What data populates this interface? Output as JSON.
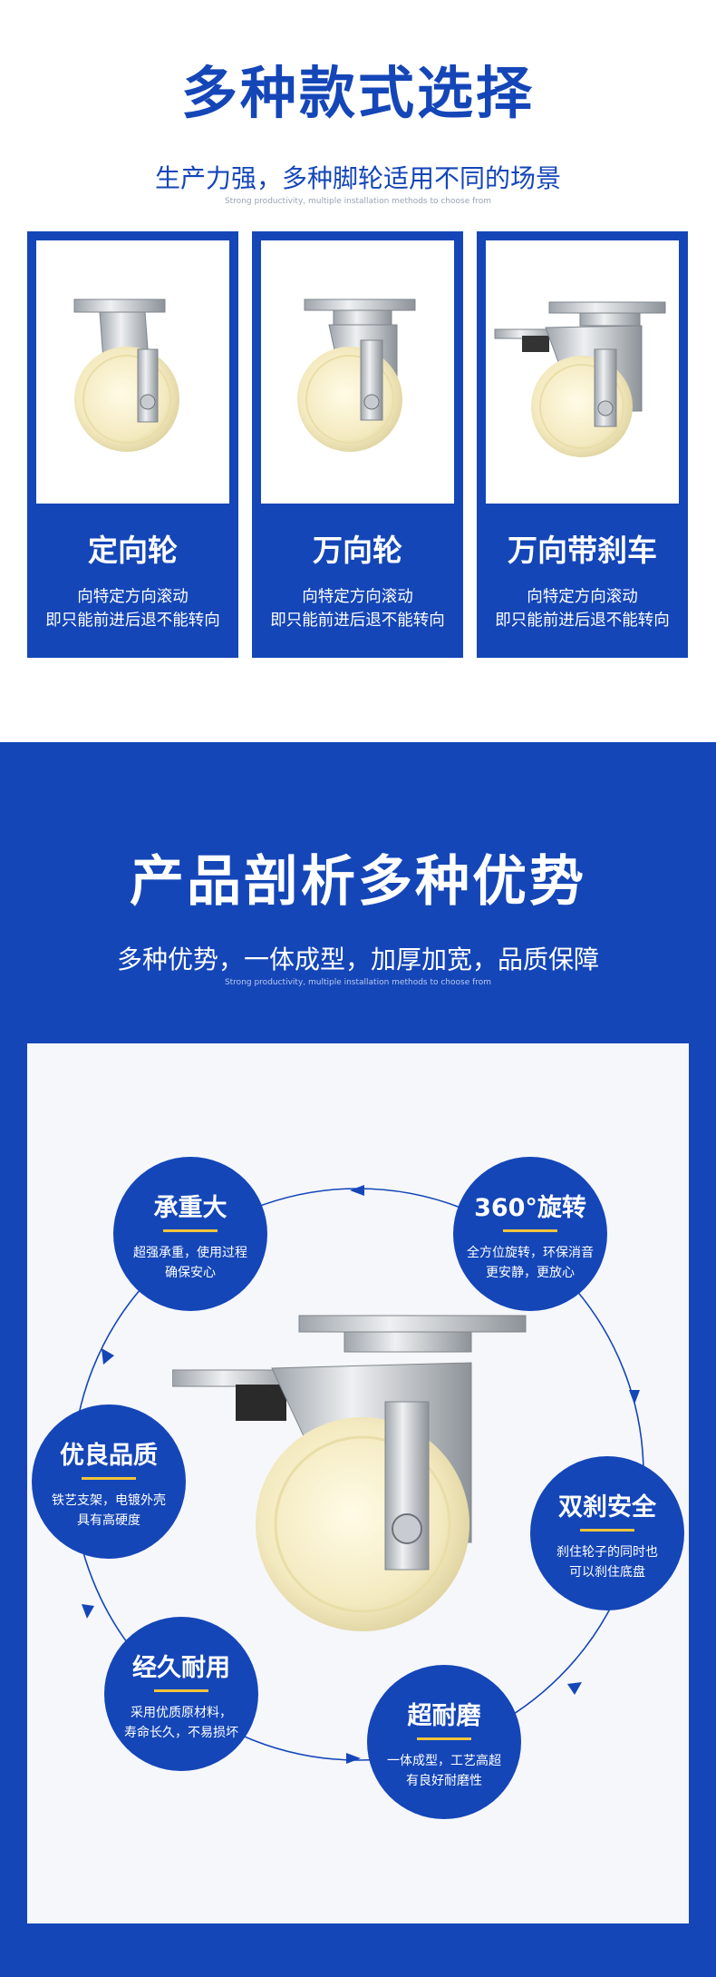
{
  "section1": {
    "title": "多种款式选择",
    "subtitle": "生产力强，多种脚轮适用不同的场景",
    "tagline": "Strong productivity, multiple installation methods to choose from",
    "cards": [
      {
        "title": "定向轮",
        "line1": "向特定方向滚动",
        "line2": "即只能前进后退不能转向"
      },
      {
        "title": "万向轮",
        "line1": "向特定方向滚动",
        "line2": "即只能前进后退不能转向"
      },
      {
        "title": "万向带刹车",
        "line1": "向特定方向滚动",
        "line2": "即只能前进后退不能转向"
      }
    ]
  },
  "section2": {
    "title": "产品剖析多种优势",
    "subtitle": "多种优势，一体成型，加厚加宽，品质保障",
    "tagline": "Strong productivity, multiple installation methods to choose from",
    "features": [
      {
        "title": "承重大",
        "line1": "超强承重，使用过程",
        "line2": "确保安心"
      },
      {
        "title": "360°旋转",
        "line1": "全方位旋转，环保消音",
        "line2": "更安静，更放心"
      },
      {
        "title": "优良品质",
        "line1": "铁艺支架，电镀外壳",
        "line2": "具有高硬度"
      },
      {
        "title": "双刹安全",
        "line1": "刹住轮子的同时也",
        "line2": "可以刹住底盘"
      },
      {
        "title": "经久耐用",
        "line1": "采用优质原材料，",
        "line2": "寿命长久，不易损坏"
      },
      {
        "title": "超耐磨",
        "line1": "一体成型，工艺高超",
        "line2": "有良好耐磨性"
      }
    ]
  },
  "colors": {
    "brand_blue": "#1446b8",
    "accent_yellow": "#f3c43a",
    "wheel": "#f6efc9"
  }
}
